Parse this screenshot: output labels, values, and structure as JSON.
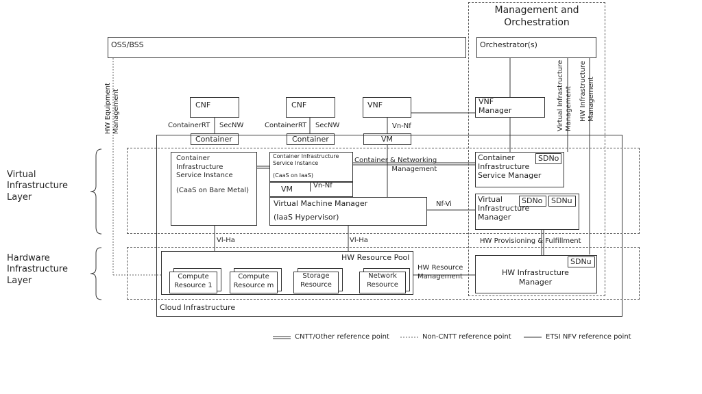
{
  "mano": {
    "title": "Management and\nOrchestration",
    "orchestrator": "Orchestrator(s)"
  },
  "oss": "OSS/BSS",
  "hw_equipment_mgmt": "HW Equipment\nManagement",
  "vi_mgmt": "Virtual Infrastructure\nManagement",
  "hwi_mgmt": "HW Infrastructure\nManagement",
  "cnf1": {
    "label": "CNF",
    "rt": "ContainerRT",
    "secnw": "SecNW",
    "container": "Container"
  },
  "cnf2": {
    "label": "CNF",
    "rt": "ContainerRT",
    "secnw": "SecNW",
    "container": "Container"
  },
  "vnf": {
    "label": "VNF",
    "vnnf": "Vn-Nf",
    "vm": "VM"
  },
  "vnf_manager": "VNF\nManager",
  "layers": {
    "virtual": "Virtual\nInfrastructure\nLayer",
    "hardware": "Hardware\nInfrastructure\nLayer"
  },
  "cis_bare": {
    "title": "Container\nInfrastructure\nService Instance",
    "sub": "(CaaS on Bare Metal)"
  },
  "cis_iaas": {
    "title": "Container Infrastructure\nService Instance",
    "sub": "(CaaS on IaaS)",
    "vm": "VM",
    "vnnf": "Vn-Nf"
  },
  "container_net": "Container & Networking\nManagement",
  "cism": {
    "title": "Container\nInfrastructure\nService Manager",
    "badge": "SDNo"
  },
  "vmm": {
    "title": "Virtual Machine Manager",
    "sub": "(IaaS Hypervisor)"
  },
  "nfvi": "Nf-Vi",
  "vim": {
    "title": "Virtual\nInfrastructure\nManager",
    "badge1": "SDNo",
    "badge2": "SDNu"
  },
  "viha1": "Vl-Ha",
  "viha2": "Vl-Ha",
  "hw_prov": "HW Provisioning & Fulfillment",
  "pool": {
    "title": "HW Resource Pool",
    "items": [
      "Compute\nResource 1",
      "Compute\nResource m",
      "Storage\nResource",
      "Network\nResource"
    ]
  },
  "hw_res_mgmt": "HW Resource\nManagement",
  "him": {
    "title": "HW Infrastructure\nManager",
    "badge": "SDNu"
  },
  "cloud": "Cloud Infrastructure",
  "legend": {
    "cntt": "CNTT/Other reference point",
    "noncntt": "Non-CNTT reference point",
    "etsi": "ETSI NFV reference point"
  }
}
